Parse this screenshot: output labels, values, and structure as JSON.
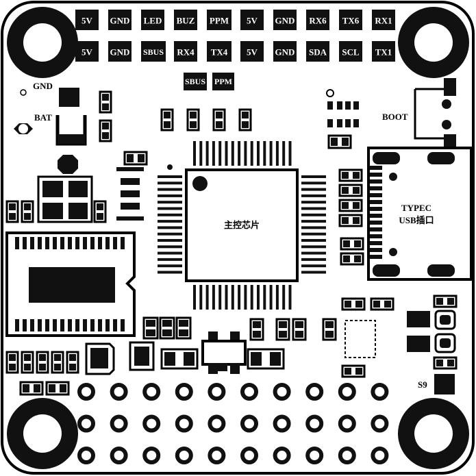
{
  "pin_header": {
    "row1": [
      "5V",
      "GND",
      "LED",
      "BUZ",
      "PPM",
      "5V",
      "GND",
      "RX6",
      "TX6",
      "RX1"
    ],
    "row2": [
      "5V",
      "GND",
      "SBUS",
      "RX4",
      "TX4",
      "5V",
      "GND",
      "SDA",
      "SCL",
      "TX1"
    ],
    "row3": [
      "SBUS",
      "PPM"
    ]
  },
  "labels": {
    "gnd": "GND",
    "bat": "BAT",
    "boot": "BOOT",
    "usb_line1": "TYPEC",
    "usb_line2": "USB插口",
    "mcu": "主控芯片",
    "s9": "S9"
  },
  "colors": {
    "board_fill": "#ffffff",
    "outline": "#000000",
    "pad": "#111111",
    "label_text": "#ffffff"
  }
}
